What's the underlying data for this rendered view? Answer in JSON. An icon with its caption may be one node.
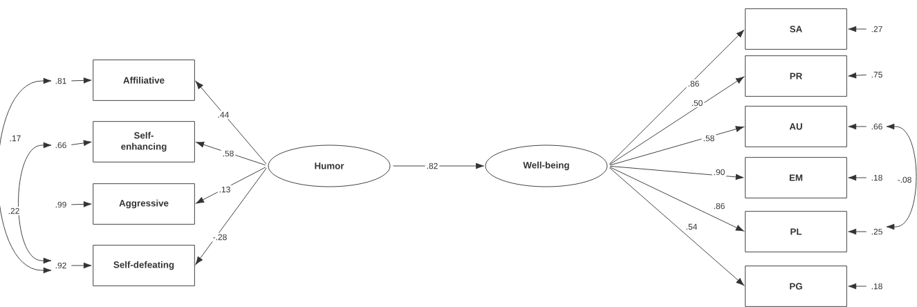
{
  "diagram": {
    "nodes": [
      {
        "text": [
          ".81"
        ]
      },
      {
        "text": [
          ".66"
        ]
      },
      {
        "text": [
          ".99"
        ]
      },
      {
        "text": [
          ".92"
        ]
      },
      {
        "text": [
          "Affiliative"
        ]
      },
      {
        "text": [
          "Self-enhancing"
        ]
      },
      {
        "text": [
          "Aggressive"
        ]
      },
      {
        "text": [
          "Self-defeating"
        ]
      },
      {
        "text": [
          "Humor"
        ]
      },
      {
        "text": [
          "Well-being"
        ]
      },
      {
        "text": [
          "SA"
        ]
      },
      {
        "text": [
          "PR"
        ]
      },
      {
        "text": [
          "AU"
        ]
      },
      {
        "text": [
          "EM"
        ]
      },
      {
        "text": [
          "PL"
        ]
      },
      {
        "text": [
          "PG"
        ]
      },
      {
        "text": [
          ".27"
        ]
      },
      {
        "text": [
          ".75"
        ]
      },
      {
        "text": [
          ".66"
        ]
      },
      {
        "text": [
          ".18"
        ]
      },
      {
        "text": [
          ".25"
        ]
      },
      {
        "text": [
          ".18"
        ]
      }
    ],
    "edges": [
      {
        "from": 0,
        "to": 4,
        "arrow": "to"
      },
      {
        "from": 1,
        "to": 5,
        "arrow": "to"
      },
      {
        "from": 2,
        "to": 6,
        "arrow": "to"
      },
      {
        "from": 3,
        "to": 7,
        "arrow": "to"
      },
      {
        "from": 0,
        "to": 3,
        "arrow": "both",
        "label": ".17"
      },
      {
        "from": 1,
        "to": 3,
        "arrow": "both",
        "label": ".22"
      },
      {
        "from": 8,
        "to": 4,
        "arrow": "to",
        "label": ".44"
      },
      {
        "from": 8,
        "to": 5,
        "arrow": "to",
        "label": ".58"
      },
      {
        "from": 8,
        "to": 6,
        "arrow": "to",
        "label": ".13"
      },
      {
        "from": 8,
        "to": 7,
        "arrow": "to",
        "label": "-.28"
      },
      {
        "from": 8,
        "to": 9,
        "arrow": "to",
        "label": ".82"
      },
      {
        "from": 9,
        "to": 10,
        "arrow": "to",
        "label": ".86"
      },
      {
        "from": 9,
        "to": 11,
        "arrow": "to",
        "label": ".50"
      },
      {
        "from": 9,
        "to": 12,
        "arrow": "to",
        "label": ".58"
      },
      {
        "from": 9,
        "to": 13,
        "arrow": "to",
        "label": ".90"
      },
      {
        "from": 9,
        "to": 14,
        "arrow": "to",
        "label": ".86"
      },
      {
        "from": 9,
        "to": 15,
        "arrow": "to",
        "label": ".54"
      },
      {
        "from": 16,
        "to": 10,
        "arrow": "to"
      },
      {
        "from": 17,
        "to": 11,
        "arrow": "to"
      },
      {
        "from": 18,
        "to": 12,
        "arrow": "to"
      },
      {
        "from": 19,
        "to": 13,
        "arrow": "to"
      },
      {
        "from": 20,
        "to": 14,
        "arrow": "to"
      },
      {
        "from": 21,
        "to": 15,
        "arrow": "to"
      },
      {
        "from": 18,
        "to": 20,
        "arrow": "both",
        "label": "-.08"
      }
    ]
  }
}
